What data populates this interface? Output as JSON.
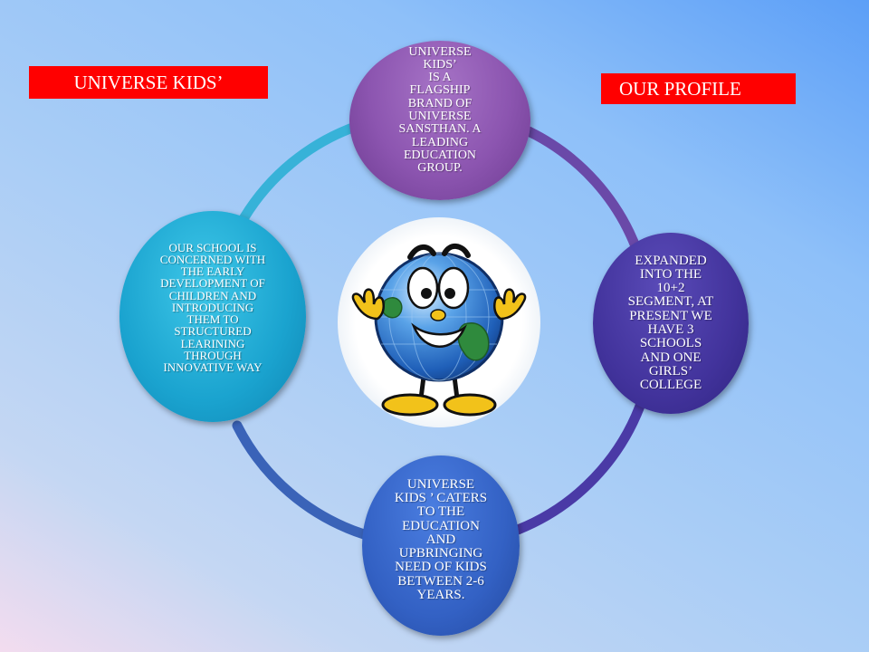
{
  "labels": {
    "left": "UNIVERSE KIDS’",
    "right": "OUR PROFILE"
  },
  "nodes": {
    "top": [
      "UNIVERSE KIDS’",
      "IS A FLAGSHIP",
      "BRAND OF",
      "UNIVERSE",
      "SANSTHAN. A",
      "LEADING",
      "EDUCATION",
      "GROUP."
    ],
    "right": [
      "EXPANDED",
      "INTO THE",
      "10+2",
      "SEGMENT, AT",
      "PRESENT WE",
      "HAVE 3",
      "SCHOOLS",
      "AND ONE",
      "GIRLS’",
      "COLLEGE"
    ],
    "bottom": [
      "UNIVERSE",
      "KIDS ’ CATERS",
      "TO THE",
      "EDUCATION",
      "AND",
      "UPBRINGING",
      "NEED OF KIDS",
      "BETWEEN 2-6",
      "YEARS."
    ],
    "left": [
      "OUR SCHOOL IS",
      "CONCERNED WITH",
      "THE EARLY",
      "DEVELOPMENT OF",
      "CHILDREN AND",
      "INTRODUCING",
      "THEM TO",
      "STRUCTURED",
      "LEARINING",
      "THROUGH",
      "INNOVATIVE WAY"
    ]
  },
  "colors": {
    "label_bg": "#ff0000",
    "node_top": "#8c55b0",
    "node_right": "#42339c",
    "node_bottom": "#3361c4",
    "node_left": "#1aa3cf"
  },
  "mascot": {
    "icon": "globe-mascot-icon"
  }
}
